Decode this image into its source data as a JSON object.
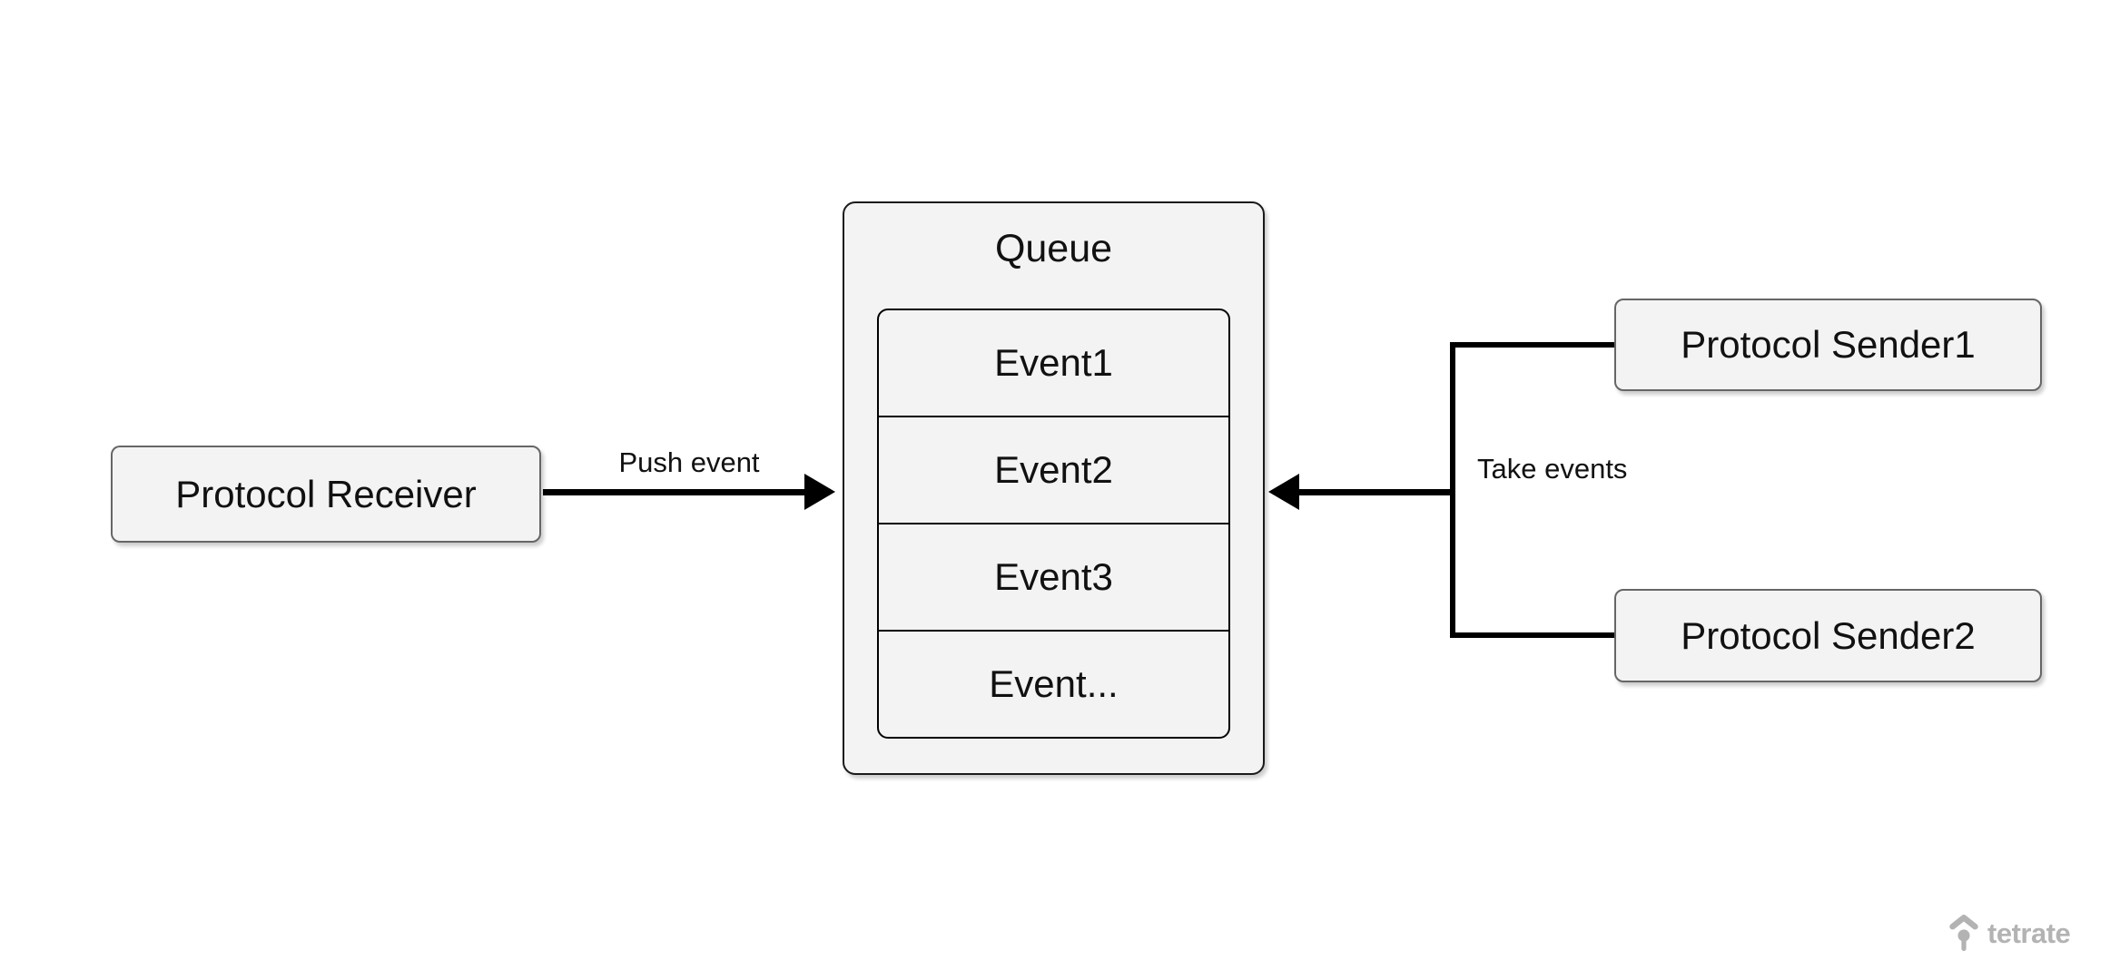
{
  "nodes": {
    "receiver": {
      "label": "Protocol Receiver"
    },
    "queue": {
      "title": "Queue",
      "events": [
        "Event1",
        "Event2",
        "Event3",
        "Event..."
      ]
    },
    "sender1": {
      "label": "Protocol Sender1"
    },
    "sender2": {
      "label": "Protocol Sender2"
    }
  },
  "edges": {
    "push": {
      "label": "Push event"
    },
    "take": {
      "label": "Take events"
    }
  },
  "footer": {
    "logo_text": "tetrate"
  },
  "colors": {
    "node_fill": "#f3f3f3",
    "node_border": "#666666",
    "queue_border": "#1a1a1a",
    "edge": "#000000",
    "logo_gray": "#b3b3b3",
    "background": "#ffffff"
  }
}
